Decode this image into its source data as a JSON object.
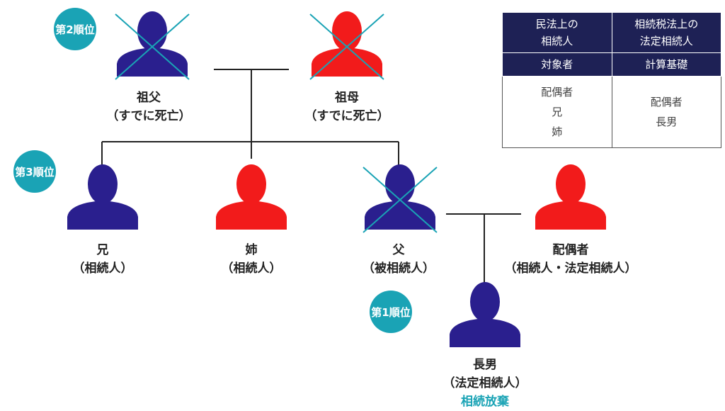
{
  "colors": {
    "navy": "#2a1f8e",
    "red": "#f21b1b",
    "teal": "#1aa3b5",
    "header_bg": "#1e2155"
  },
  "people": {
    "grandfather": {
      "name": "祖父",
      "status": "（すでに死亡）",
      "color": "navy",
      "crossed": true
    },
    "grandmother": {
      "name": "祖母",
      "status": "（すでに死亡）",
      "color": "red",
      "crossed": true
    },
    "brother": {
      "name": "兄",
      "status": "（相続人）",
      "color": "navy",
      "crossed": false
    },
    "sister": {
      "name": "姉",
      "status": "（相続人）",
      "color": "red",
      "crossed": false
    },
    "father": {
      "name": "父",
      "status": "（被相続人）",
      "color": "navy",
      "crossed": true
    },
    "spouse": {
      "name": "配偶者",
      "status": "（相続人・法定相続人）",
      "color": "red",
      "crossed": false
    },
    "eldest_son": {
      "name": "長男",
      "status": "（法定相続人）",
      "note": "相続放棄",
      "color": "navy",
      "crossed": false
    }
  },
  "badges": {
    "first": "第1順位",
    "second": "第2順位",
    "third": "第3順位"
  },
  "table": {
    "header1": [
      "民法上の",
      "相続人"
    ],
    "header2": [
      "相続税法上の",
      "法定相続人"
    ],
    "sub1": "対象者",
    "sub2": "計算基礎",
    "col1": [
      "配偶者",
      "兄",
      "姉"
    ],
    "col2": [
      "配偶者",
      "長男"
    ]
  }
}
